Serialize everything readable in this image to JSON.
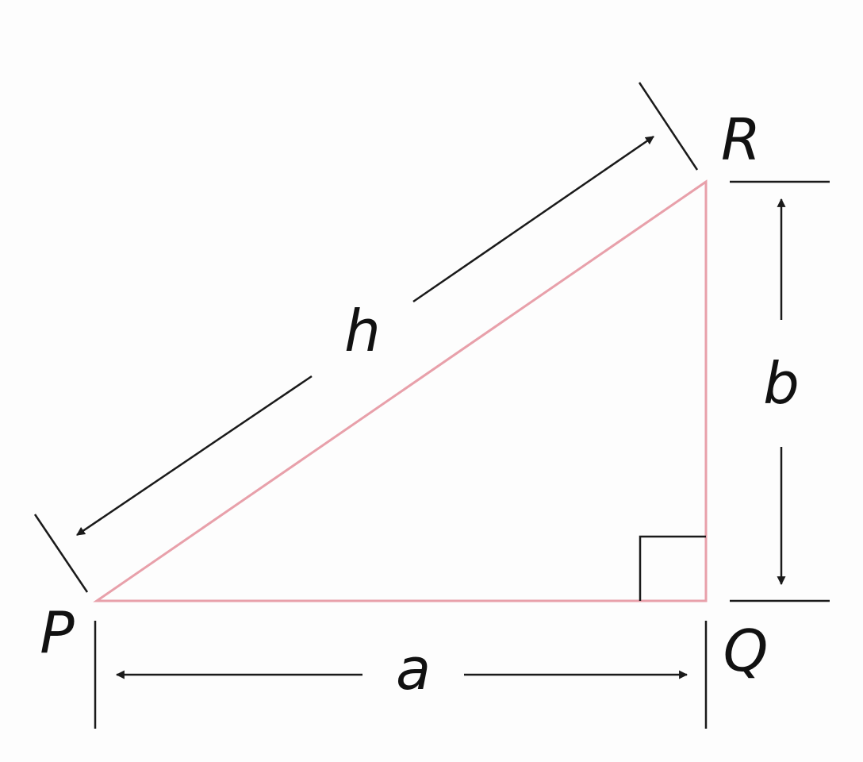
{
  "vertices": {
    "P": "P",
    "Q": "Q",
    "R": "R"
  },
  "sides": {
    "hypotenuse": "h",
    "base": "a",
    "height": "b"
  },
  "colors": {
    "triangle": "#e8a0aa",
    "lines": "#1a1a1a",
    "text": "#111111",
    "background": "#fdfdfd"
  }
}
